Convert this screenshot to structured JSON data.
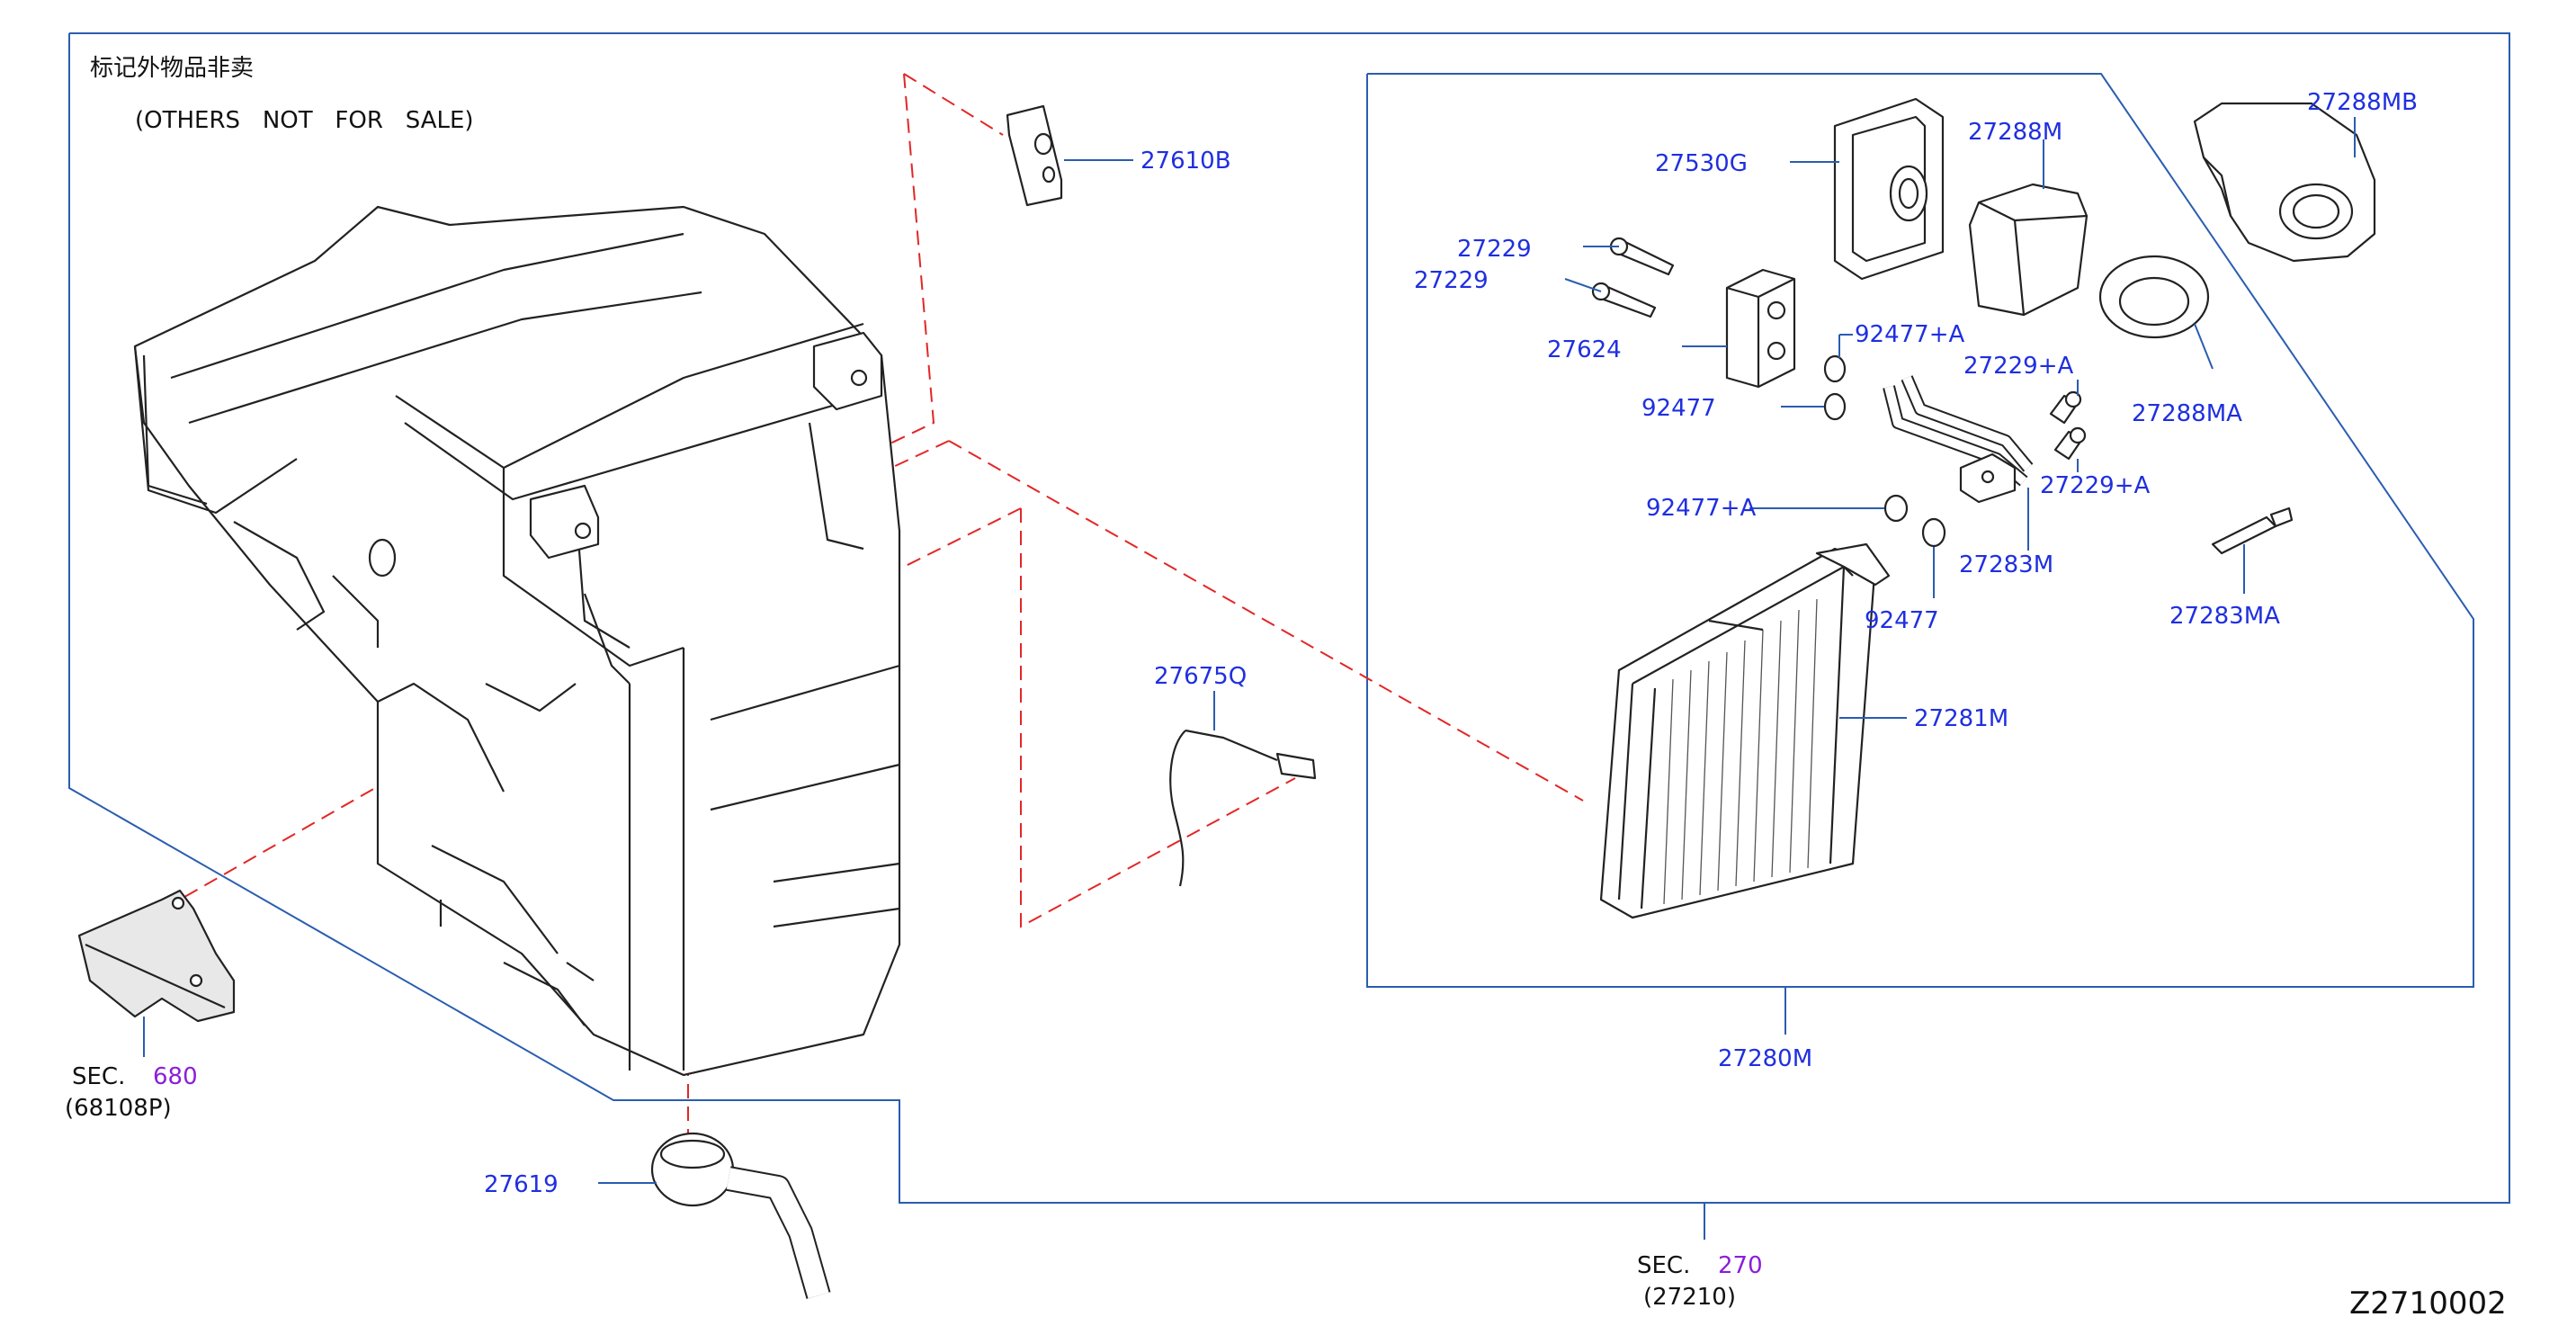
{
  "note": {
    "chinese": "标记外物品非卖",
    "english": "(OTHERS   NOT   FOR   SALE)"
  },
  "parts": {
    "p27610B": "27610B",
    "p27530G": "27530G",
    "p27288M": "27288M",
    "p27288MB": "27288MB",
    "p27229a": "27229",
    "p27229b": "27229",
    "p27624": "27624",
    "p92477A_1": "92477+A",
    "p92477_1": "92477",
    "p27229A_1": "27229+A",
    "p27288MA": "27288MA",
    "p92477A_2": "92477+A",
    "p27229A_2": "27229+A",
    "p27283M": "27283M",
    "p92477_2": "92477",
    "p27283MA": "27283MA",
    "p27675Q": "27675Q",
    "p27281M": "27281M",
    "p27280M": "27280M",
    "p27619": "27619"
  },
  "sections": {
    "sec680": {
      "label": "SEC.",
      "number": "680",
      "sub": "(68108P)"
    },
    "sec270": {
      "label": "SEC.",
      "number": "270",
      "sub": "(27210)"
    }
  },
  "diagram_code": "Z2710002",
  "colors": {
    "part_label": "#1f2fe0",
    "section_number": "#8a1fd9",
    "frame_line": "#2a5db0",
    "dashed_leader": "#e32626"
  }
}
